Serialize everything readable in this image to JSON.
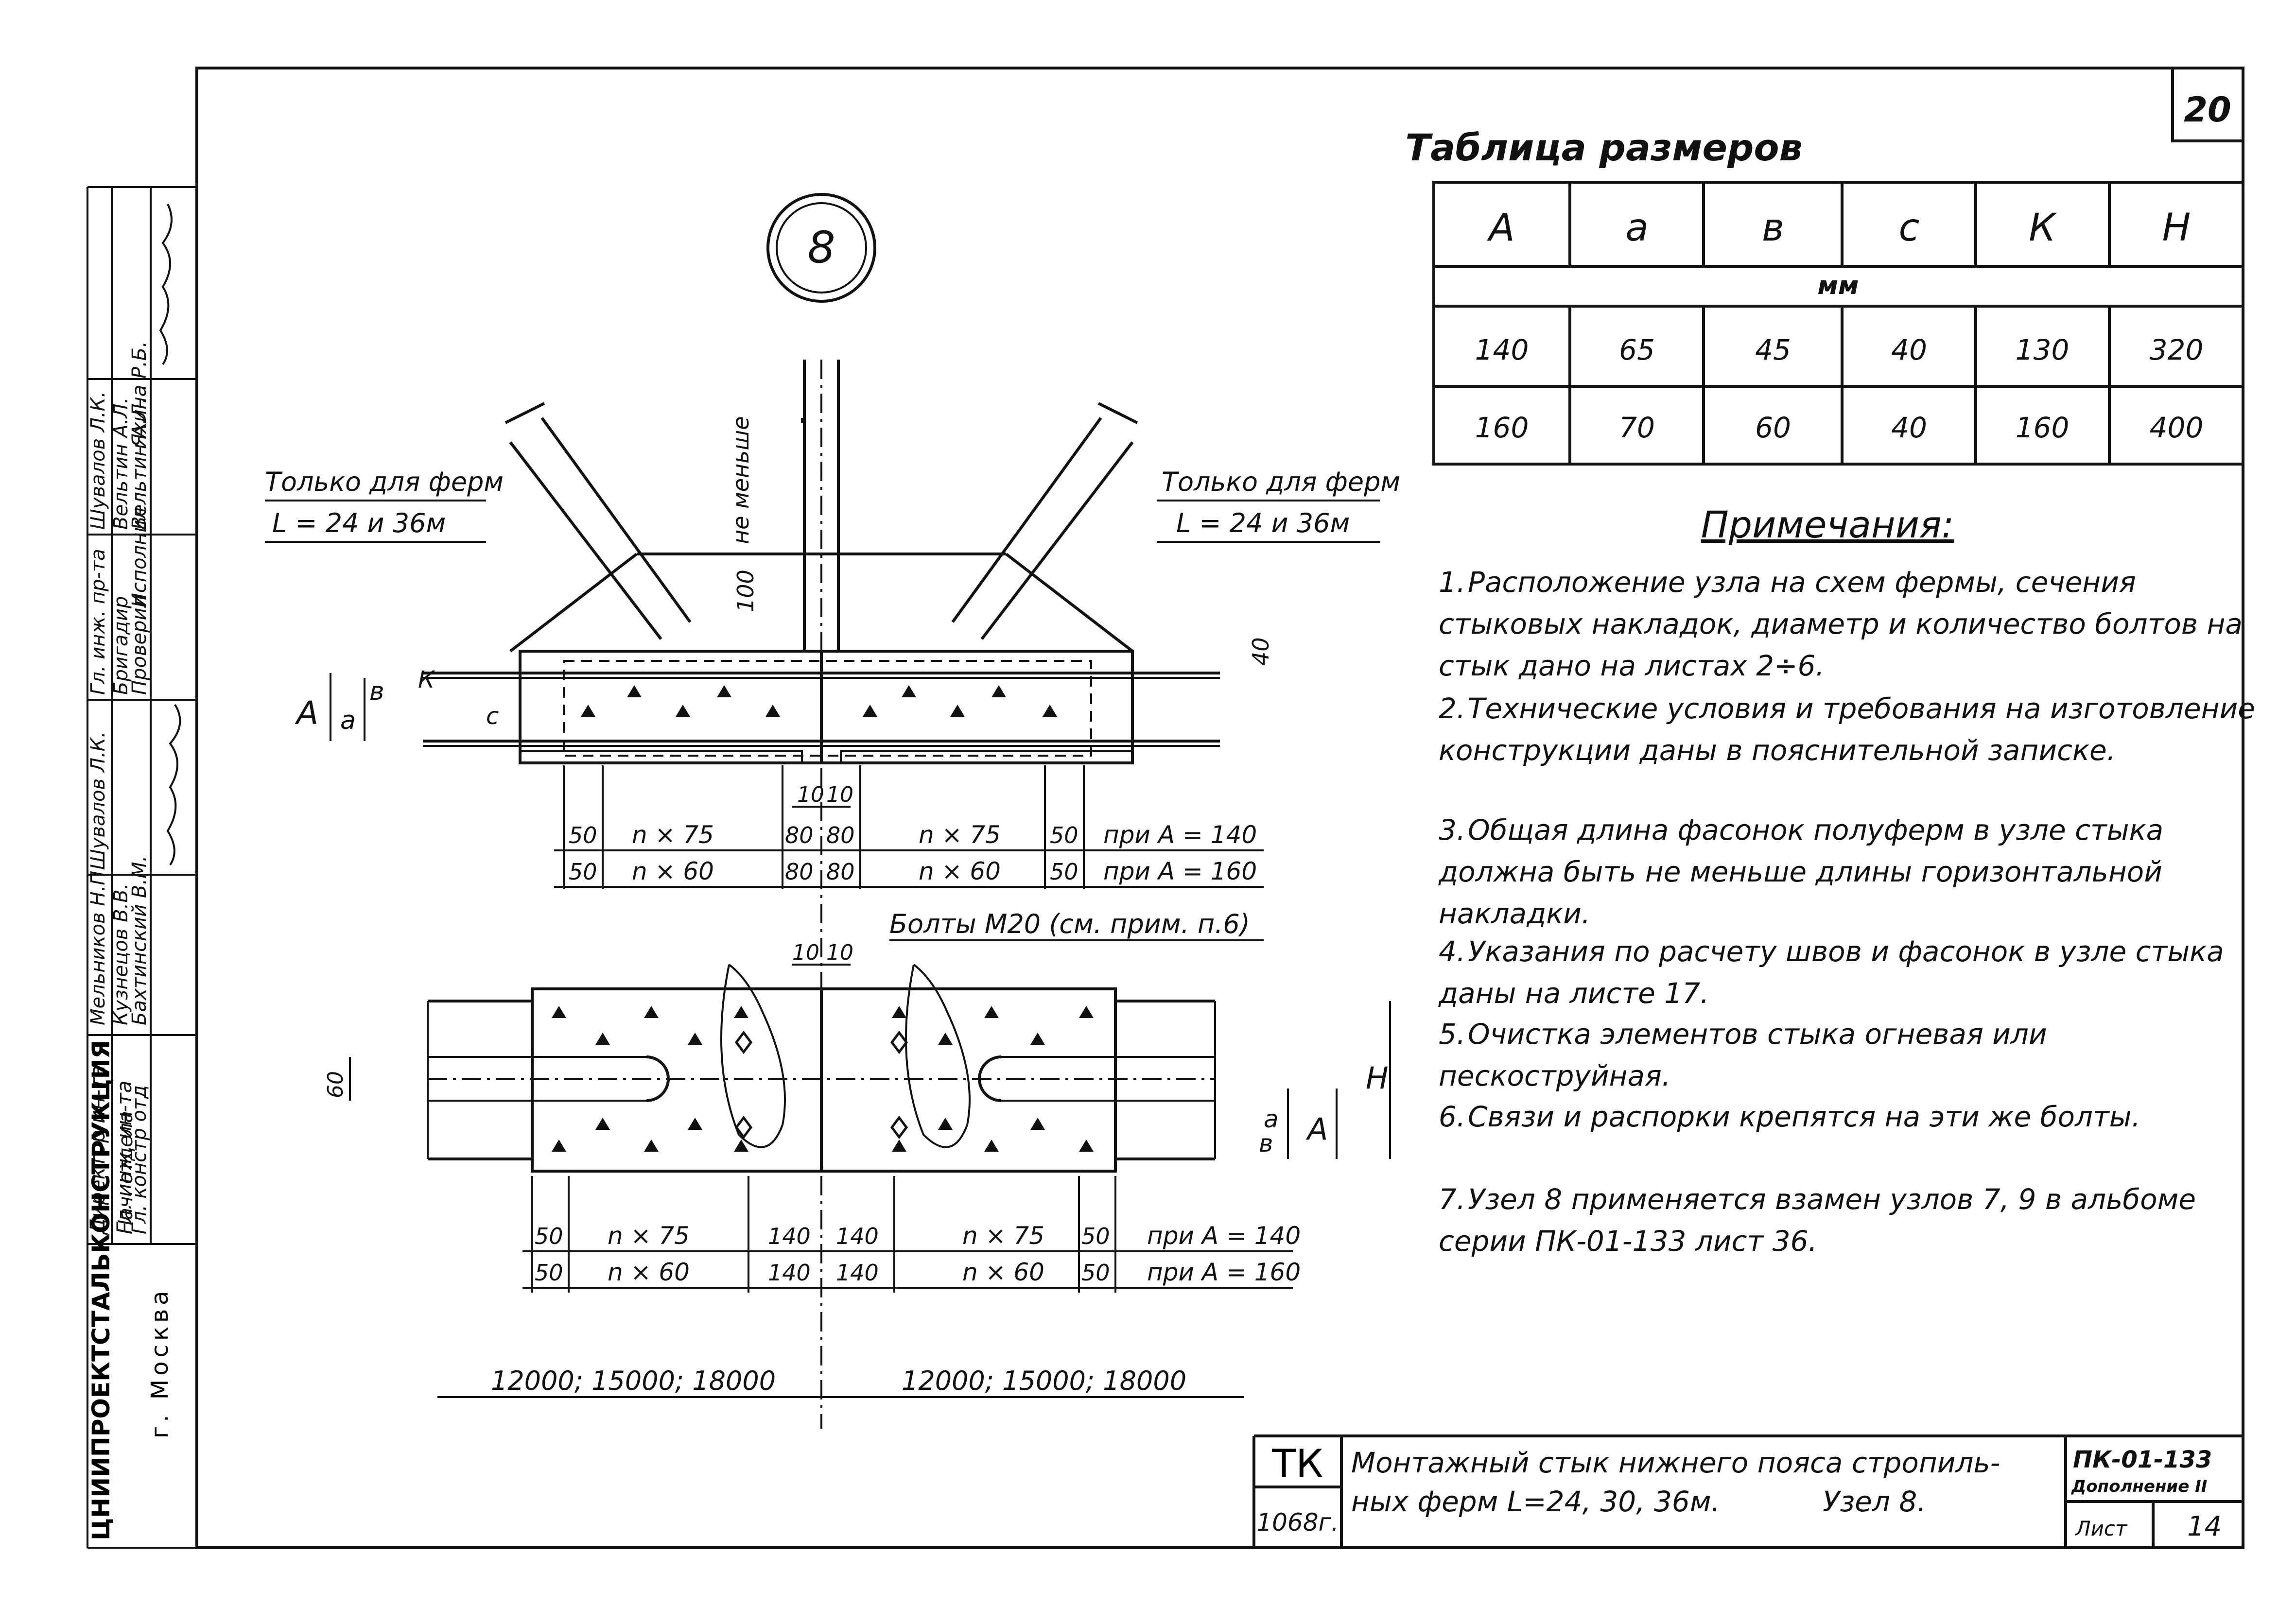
{
  "sheet": {
    "sheet_number": "20",
    "node_marker": "8",
    "org_name": "ЦНИИПРОЕКТСТАЛЬКОНСТРУКЦИЯ",
    "city": "г. Москва"
  },
  "stamp": {
    "rows": [
      {
        "role": "Директор ин-та",
        "name": "Мельников Н.П."
      },
      {
        "role": "Гл. инж. ин-та",
        "name": "Кузнецов В.В."
      },
      {
        "role": "Нач. отдела",
        "name": "Бахтинский В.М."
      },
      {
        "role": "Гл. констр отд",
        "name": "Шувалов Л.К."
      },
      {
        "role": "Гл. инж. пр-та",
        "name": "Шувалов Л.К."
      },
      {
        "role": "Бригадир",
        "name": "Вельтин А.Л."
      },
      {
        "role": "Проверил",
        "name": "Вельтин А.Л."
      },
      {
        "role": "Исполнил",
        "name": "Яхина Р.Б."
      }
    ]
  },
  "size_table": {
    "title": "Таблица размеров",
    "headers": [
      "А",
      "а",
      "в",
      "с",
      "К",
      "Н"
    ],
    "unit": "мм",
    "rows": [
      [
        "140",
        "65",
        "45",
        "40",
        "130",
        "320"
      ],
      [
        "160",
        "70",
        "60",
        "40",
        "160",
        "400"
      ]
    ]
  },
  "notes": {
    "title": "Примечания:",
    "items": [
      {
        "n": "1.",
        "text": "Расположение узла на схем фермы, сечения стыковых накладок, диаметр и количество болтов на стык дано на листах 2÷6."
      },
      {
        "n": "2.",
        "text": "Технические условия и требования на изготовление конструкции даны в пояснительной записке."
      },
      {
        "n": "3.",
        "text": "Общая длина фасонок полуферм в узле стыка должна быть не меньше длины горизонтальной накладки."
      },
      {
        "n": "4.",
        "text": "Указания по расчету швов и фасонок в узле стыка даны на листе 17."
      },
      {
        "n": "5.",
        "text": "Очистка элементов стыка огневая или пескоструйная."
      },
      {
        "n": "6.",
        "text": "Связи и распорки крепятся на эти же болты."
      },
      {
        "n": "7.",
        "text": "Узел 8 применяется взамен узлов 7, 9 в альбоме серии ПК-01-133 лист 36."
      }
    ]
  },
  "drawing": {
    "only_for_trusses": "Только для ферм",
    "truss_lengths": "L = 24 и 36м",
    "not_less": "не меньше",
    "dim_100": "100",
    "dim_40": "40",
    "label_A": "А",
    "label_a": "а",
    "label_v": "в",
    "label_K": "К",
    "label_c": "с",
    "label_H": "Н",
    "dim_60": "60",
    "dim_10": "10",
    "dim_50": "50",
    "dim_80": "80",
    "dim_140": "140",
    "n75": "n × 75",
    "n60": "n × 60",
    "at_A140": "при А = 140",
    "at_A160": "при А = 160",
    "bolts": "Болты М20 (см. прим. п.6)",
    "span_left": "12000; 15000; 18000",
    "span_right": "12000; 15000; 18000"
  },
  "title_block": {
    "code": "ТК",
    "year": "1068г.",
    "title_line1": "Монтажный стык нижнего пояса стропиль-",
    "title_line2": "ных ферм L=24, 30, 36м.",
    "node": "Узел 8.",
    "series": "ПК-01-133",
    "supplement": "Дополнение II",
    "sheet_label": "Лист",
    "sheet_no": "14"
  }
}
